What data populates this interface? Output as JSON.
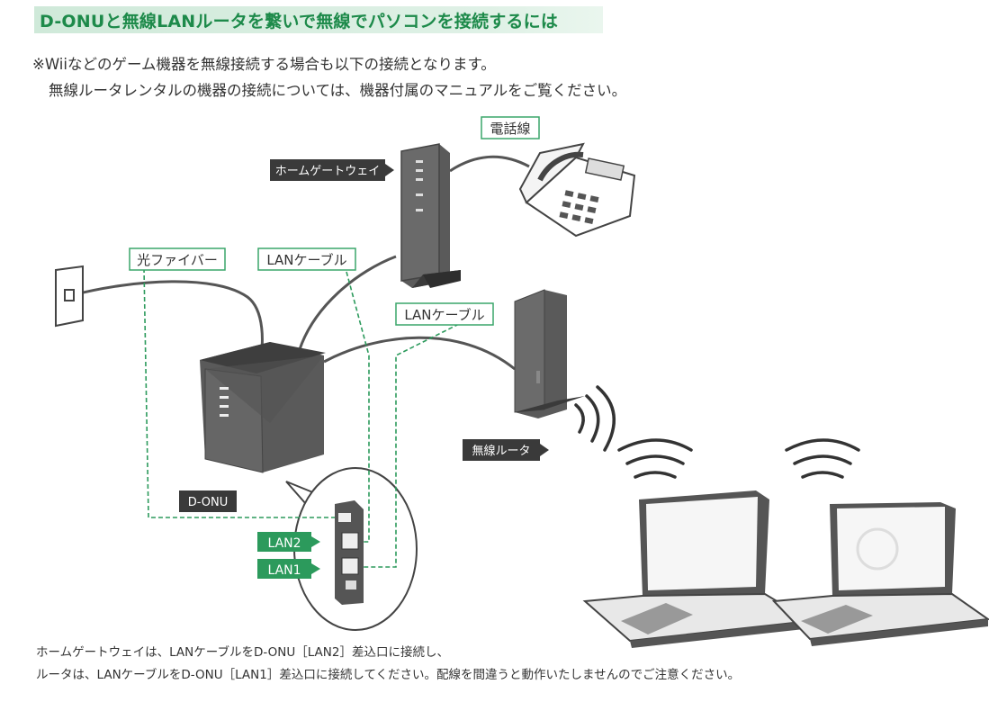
{
  "header": {
    "title": "D-ONUと無線LANルータを繋いで無線でパソコンを接続するには"
  },
  "notes": {
    "line1": "※Wiiなどのゲーム機器を無線接続する場合も以下の接続となります。",
    "line2": "無線ルータレンタルの機器の接続については、機器付属のマニュアルをご覧ください。"
  },
  "labels": {
    "phone_line": "電話線",
    "home_gateway": "ホームゲートウェイ",
    "fiber": "光ファイバー",
    "lan_cable_1": "LANケーブル",
    "lan_cable_2": "LANケーブル",
    "wireless_router": "無線ルータ",
    "d_onu": "D-ONU",
    "lan2_port": "LAN2",
    "lan1_port": "LAN1"
  },
  "footer": {
    "line1": "ホームゲートウェイは、LANケーブルをD-ONU［LAN2］差込口に接続し、",
    "line2": "ルータは、LANケーブルをD-ONU［LAN1］差込口に接続してください。配線を間違うと動作いたしませんのでご注意ください。"
  },
  "colors": {
    "accent_green": "#1d8a4a",
    "label_green": "#3aa66a",
    "port_label_bg": "#2c9a5c",
    "device_dark": "#4a4a4a",
    "tag_dark": "#3a3a3a"
  }
}
